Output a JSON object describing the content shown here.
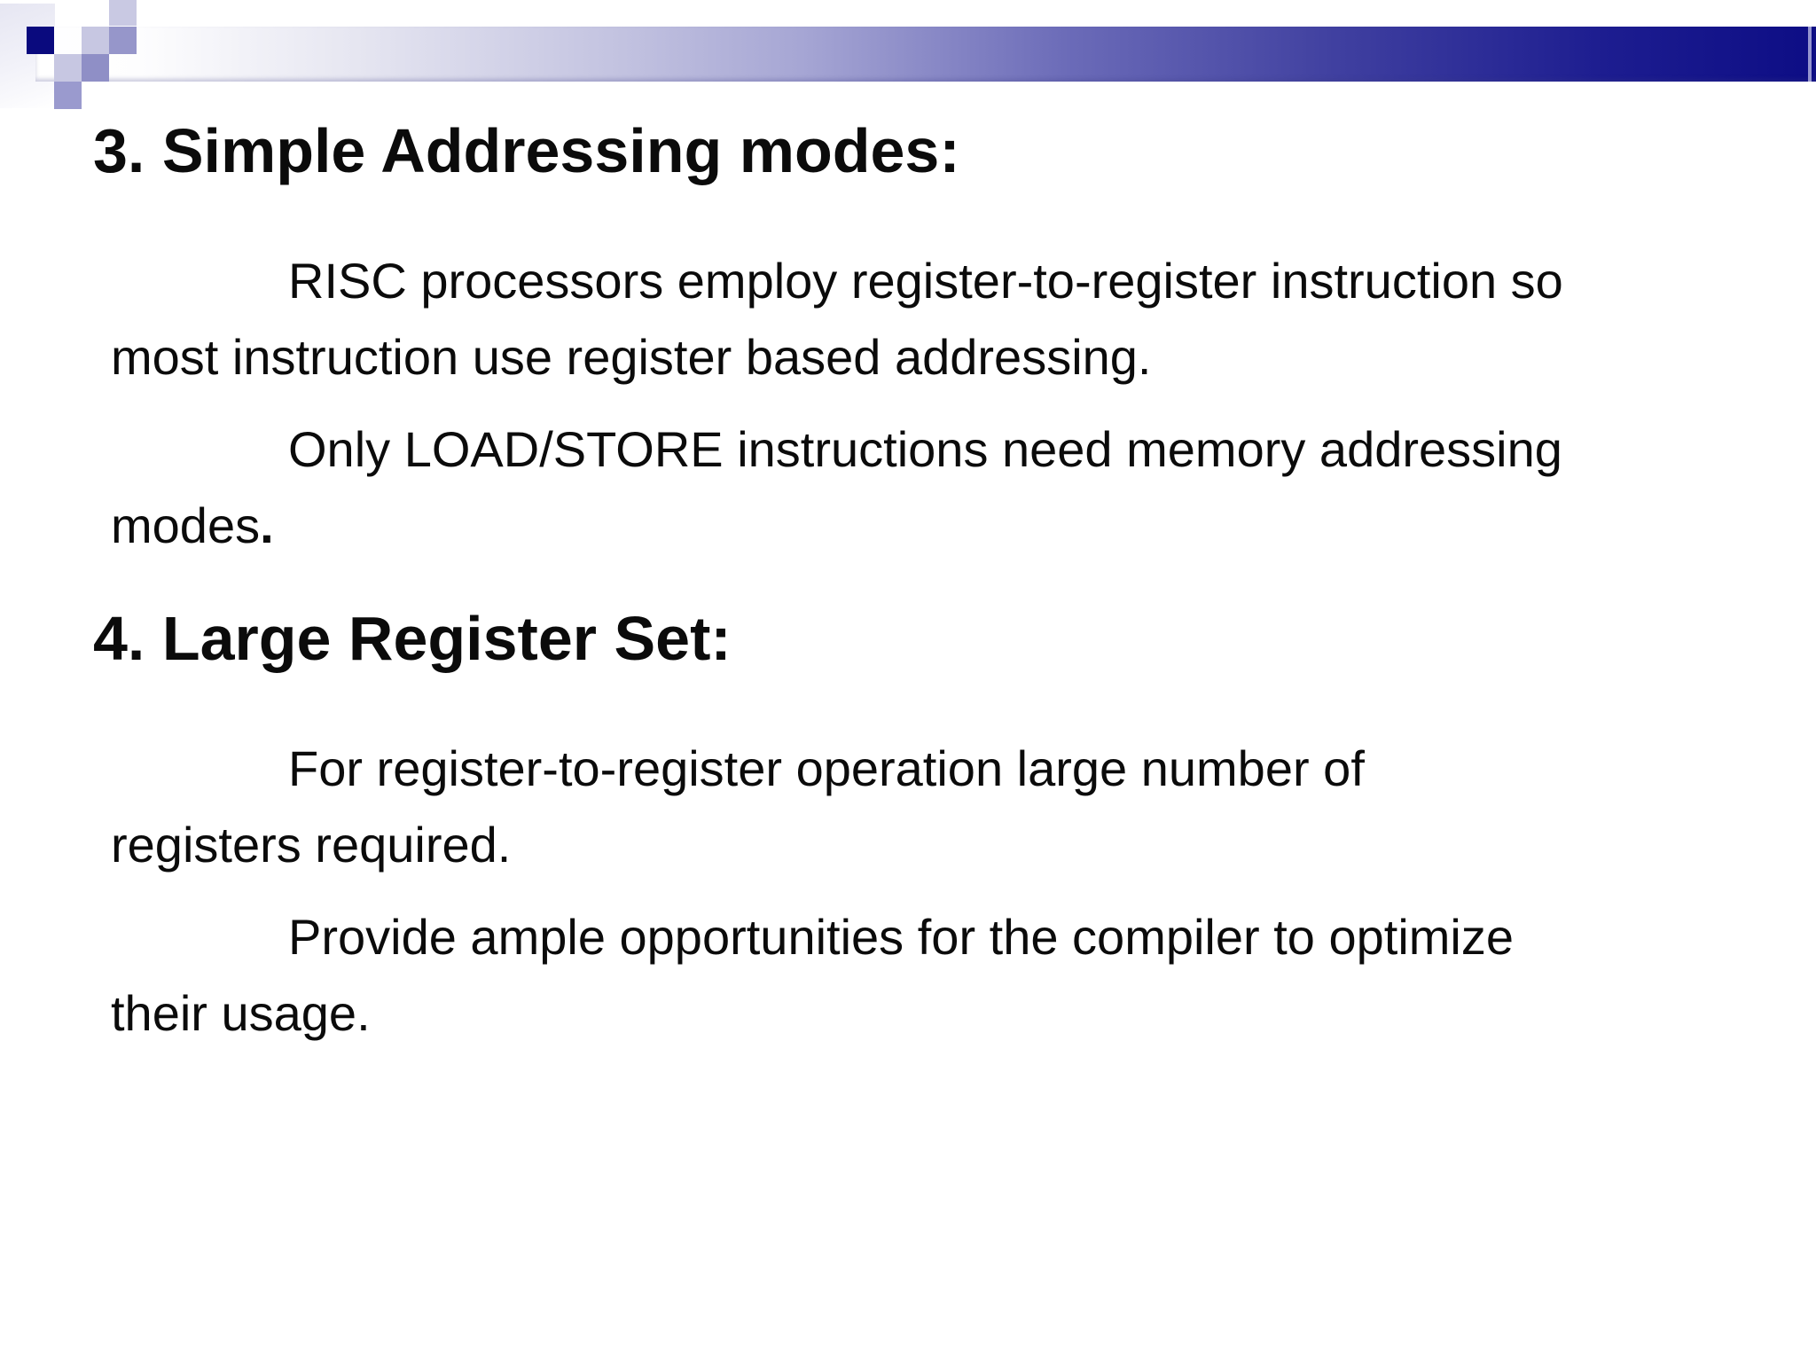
{
  "slide": {
    "sections": [
      {
        "heading": "3. Simple Addressing modes:",
        "paragraphs": [
          {
            "text": "RISC processors employ register-to-register instruction so\nmost instruction use register based addressing.",
            "suffix": ""
          },
          {
            "text": "Only LOAD/STORE instructions need memory addressing\nmodes",
            "suffix": "."
          }
        ]
      },
      {
        "heading": "4. Large Register Set:",
        "paragraphs": [
          {
            "text": "For register-to-register operation large number of\nregisters required.",
            "suffix": ""
          },
          {
            "text": "Provide ample opportunities for the compiler to optimize\ntheir usage.",
            "suffix": ""
          }
        ]
      }
    ]
  },
  "decoration": {
    "banner_gradient_start": "#ffffff",
    "banner_gradient_mid": "#a6a6d4",
    "banner_gradient_end": "#0d0d85",
    "navy_square_color": "#0a0a7e",
    "periwinkle_square_color": "#9696ca",
    "light_square_color": "#c7c7e2",
    "text_color": "#0b0b0b",
    "background_color": "#ffffff"
  }
}
